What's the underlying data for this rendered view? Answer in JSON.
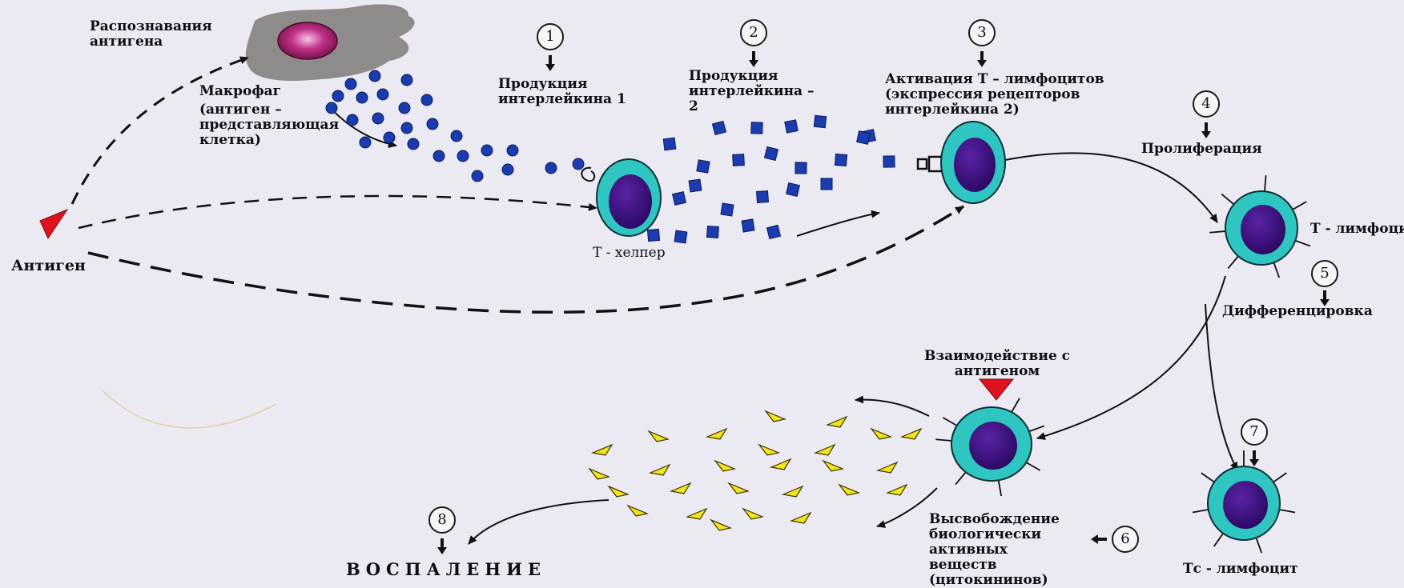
{
  "labels": {
    "recognition": "Распознавания антигена",
    "macrophage": "Макрофаг",
    "macrophage_desc": "(антиген – представляющая клетка)",
    "antigen": "Антиген",
    "t_helper": "Т - хелпер",
    "il1": "Продукция интерлейкина 1",
    "il2": "Продукция интерлейкина – 2",
    "activation": "Активация Т – лимфоцитов (экспрессия рецепторов интерлейкина 2)",
    "proliferation": "Пролиферация",
    "t_lymphocyte": "Т - лимфоцит",
    "differentiation": "Дифференцировка",
    "interaction": "Взаимодействие с антигеном",
    "release": "Высвобождение биологически активных веществ (цитокининов)",
    "tc_lymphocyte": "Тс - лимфоцит",
    "inflammation": "ВОСПАЛЕНИЕ"
  },
  "steps": [
    "1",
    "2",
    "3",
    "4",
    "5",
    "6",
    "7",
    "8"
  ],
  "colors": {
    "background": "#ebe9f1",
    "cell_body": "#2fc6c2",
    "nucleus": "#3b0f7a",
    "interleukin": "#1b3cae",
    "antigen": "#e0121f",
    "cytokine": "#f1e31c",
    "macrophage": "#8f8b8b",
    "macrophage_nucleus": "#b4206f"
  }
}
